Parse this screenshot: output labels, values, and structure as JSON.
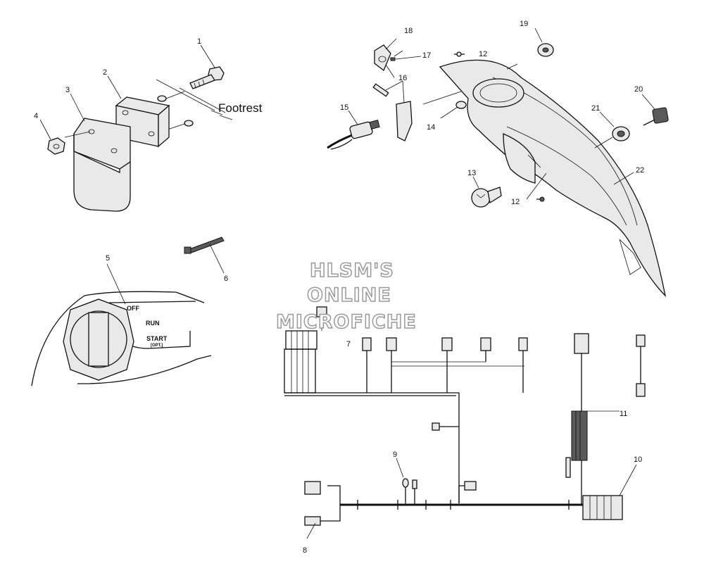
{
  "callouts": {
    "c1": "1",
    "c2": "2",
    "c3": "3",
    "c4": "4",
    "c5": "5",
    "c6": "6",
    "c7": "7",
    "c8": "8",
    "c9": "9",
    "c10": "10",
    "c11": "11",
    "c12a": "12",
    "c12b": "12",
    "c13": "13",
    "c14": "14",
    "c15": "15",
    "c16": "16",
    "c17": "17",
    "c18": "18",
    "c19": "19",
    "c20": "20",
    "c21": "21",
    "c22": "22"
  },
  "labels": {
    "footrest": "Footrest"
  },
  "switch": {
    "off": "OFF",
    "run": "RUN",
    "start": "START",
    "opt": "[OPT.]"
  },
  "watermark": {
    "line1": "HLSM'S",
    "line2": "ONLINE",
    "line3": "MICROFICHE"
  }
}
